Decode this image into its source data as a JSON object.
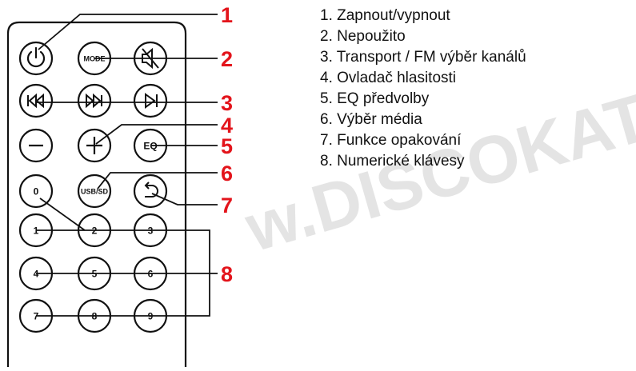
{
  "colors": {
    "accent": "#e3141b",
    "line": "#111111",
    "watermark": "#e4e4e4"
  },
  "watermark": "w.DISCOKATA",
  "remote": {
    "buttons": {
      "power": {
        "icon": "power-icon"
      },
      "mode": {
        "label": "MODE"
      },
      "mute": {
        "icon": "mute-icon"
      },
      "prev": {
        "icon": "previous-track-icon"
      },
      "next": {
        "icon": "next-track-icon"
      },
      "play": {
        "icon": "play-pause-icon"
      },
      "vol_down": {
        "icon": "minus-icon"
      },
      "vol_up": {
        "icon": "plus-icon"
      },
      "eq": {
        "label": "EQ"
      },
      "zero": {
        "label": "0"
      },
      "usbsd": {
        "label": "USB/SD"
      },
      "repeat": {
        "icon": "repeat-icon"
      },
      "num1": {
        "label": "1"
      },
      "num2": {
        "label": "2"
      },
      "num3": {
        "label": "3"
      },
      "num4": {
        "label": "4"
      },
      "num5": {
        "label": "5"
      },
      "num6": {
        "label": "6"
      },
      "num7": {
        "label": "7"
      },
      "num8": {
        "label": "8"
      },
      "num9": {
        "label": "9"
      }
    }
  },
  "callouts": [
    "1",
    "2",
    "3",
    "4",
    "5",
    "6",
    "7",
    "8"
  ],
  "legend": [
    "1. Zapnout/vypnout",
    "2. Nepoužito",
    "3. Transport / FM výběr kanálů",
    "4. Ovladač hlasitosti",
    "5. EQ předvolby",
    "6. Výběr média",
    "7. Funkce opakování",
    "8. Numerické klávesy"
  ]
}
